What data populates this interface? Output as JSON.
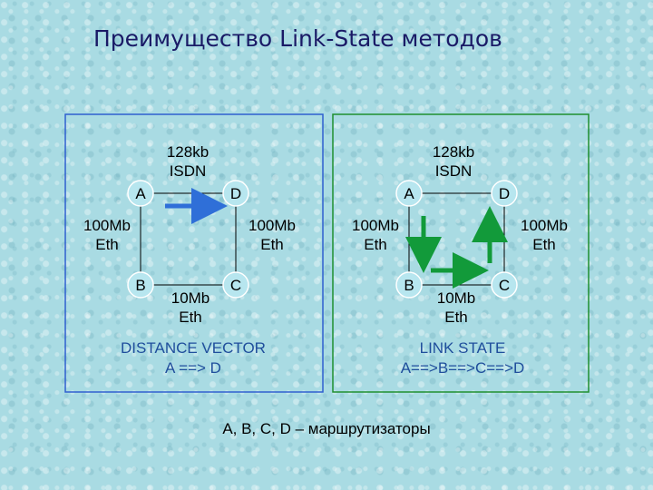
{
  "title": "Преимущество Link-State методов",
  "left_panel": {
    "nodes": {
      "A": "A",
      "B": "B",
      "C": "C",
      "D": "D"
    },
    "link_top": [
      "128kb",
      "ISDN"
    ],
    "link_left": [
      "100Mb",
      "Eth"
    ],
    "link_right": [
      "100Mb",
      "Eth"
    ],
    "link_bottom": [
      "10Mb",
      "Eth"
    ],
    "caption": [
      "DISTANCE VECTOR",
      "A ==> D"
    ],
    "colors": {
      "border": "#2f5fd0",
      "arrow": "#2f6fd8",
      "caption": "#1f4e9c"
    }
  },
  "right_panel": {
    "nodes": {
      "A": "A",
      "B": "B",
      "C": "C",
      "D": "D"
    },
    "link_top": [
      "128kb",
      "ISDN"
    ],
    "link_left": [
      "100Mb",
      "Eth"
    ],
    "link_right": [
      "100Mb",
      "Eth"
    ],
    "link_bottom": [
      "10Mb",
      "Eth"
    ],
    "caption": [
      "LINK STATE",
      "A==>B==>C==>D"
    ],
    "colors": {
      "border": "#1f8f2f",
      "arrow": "#129a3a",
      "caption": "#1f4e9c"
    }
  },
  "footnote": "A, B, C, D – маршрутизаторы",
  "colors": {
    "node_fill": "#b7e6ef",
    "node_stroke": "#ffffff",
    "background": "#a9dbe3"
  }
}
